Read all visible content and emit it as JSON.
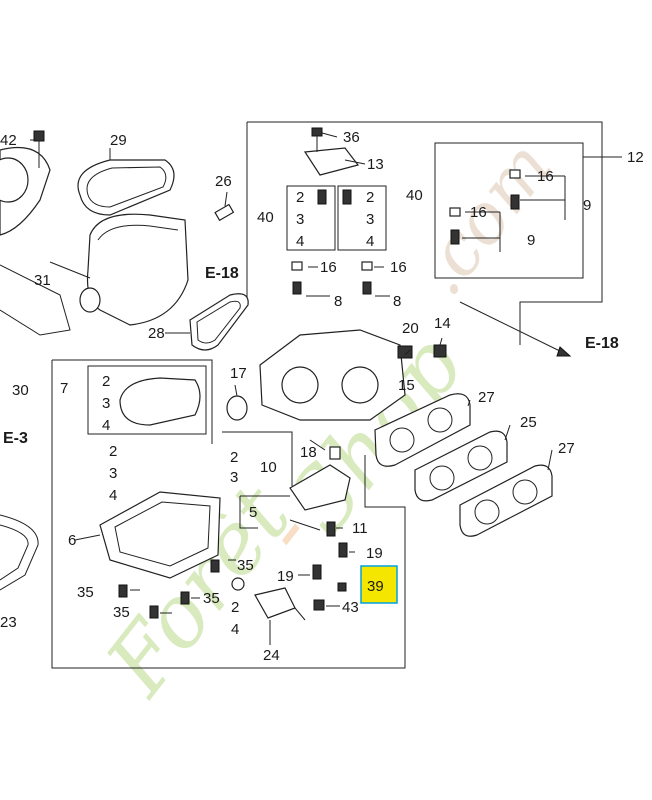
{
  "labels": {
    "l42": "42",
    "l29": "29",
    "l36": "36",
    "l13": "13",
    "l12": "12",
    "l26": "26",
    "l40a": "40",
    "l40b": "40",
    "l16a": "16",
    "l16b": "16",
    "l9a": "9",
    "l9b": "9",
    "l2a": "2",
    "l3a": "3",
    "l4a": "4",
    "l2b": "2",
    "l3b": "3",
    "l4b": "4",
    "l31": "31",
    "e18a": "E-18",
    "l16c": "16",
    "l16d": "16",
    "l8a": "8",
    "l8b": "8",
    "l20": "20",
    "l14": "14",
    "e18b": "E-18",
    "l28": "28",
    "l30": "30",
    "l7": "7",
    "l2c": "2",
    "l3c": "3",
    "l4c": "4",
    "l17": "17",
    "l15": "15",
    "l27a": "27",
    "l25": "25",
    "l27b": "27",
    "e3": "E-3",
    "l2d": "2",
    "l3d": "3",
    "l4d": "4",
    "l2e": "2",
    "l3e": "3",
    "l10": "10",
    "l18": "18",
    "l6": "6",
    "l5": "5",
    "l11": "11",
    "l19a": "19",
    "l19b": "19",
    "l35a": "35",
    "l35b": "35",
    "l35c": "35",
    "l35d": "35",
    "l39": "39",
    "l43": "43",
    "l2f": "2",
    "l4f": "4",
    "l24": "24",
    "l23": "23"
  },
  "watermark": "Forêt-Shop.com",
  "colors": {
    "highlight": "#f5e600",
    "highlight_border": "#00a0e0"
  }
}
